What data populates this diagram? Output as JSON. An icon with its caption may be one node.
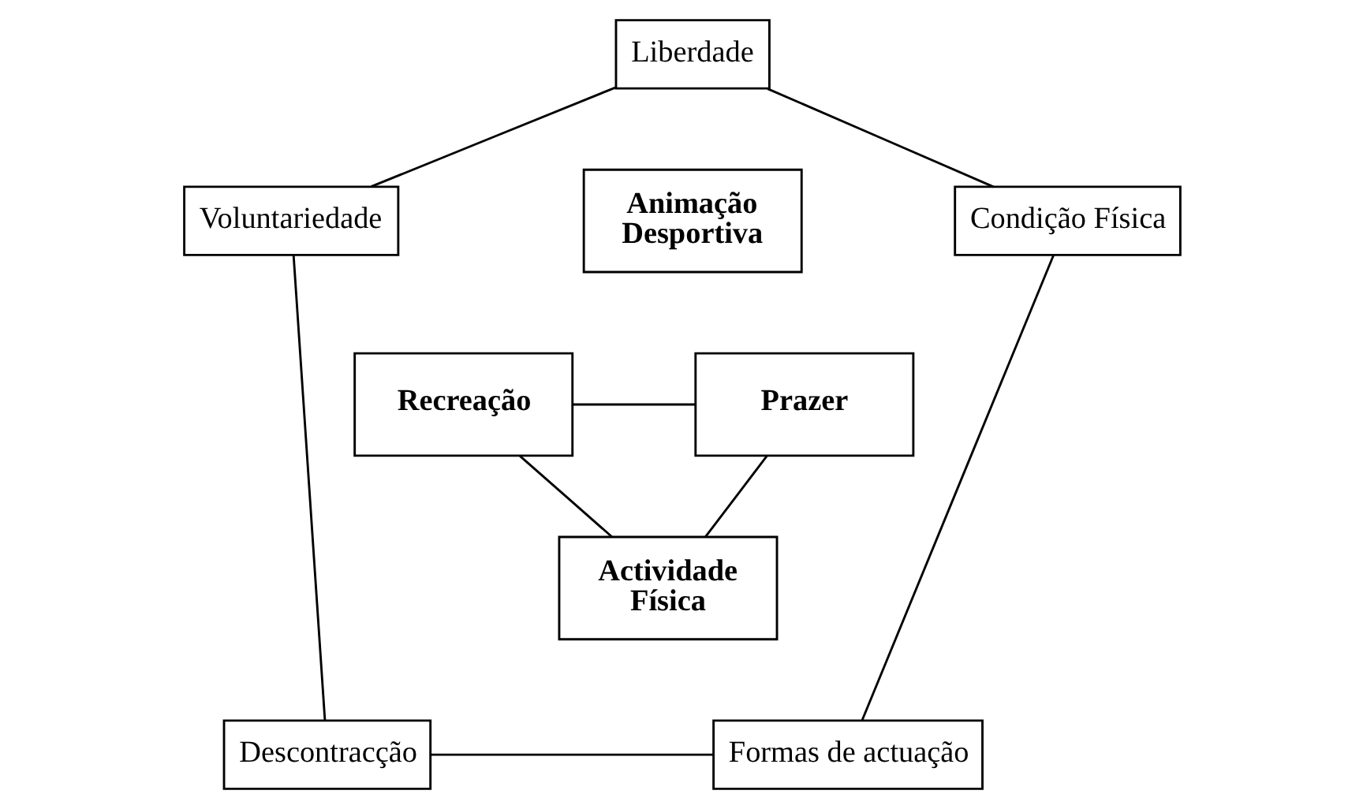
{
  "diagram": {
    "nodes": [
      {
        "text": [
          "Liberdade"
        ]
      },
      {
        "text": [
          "Voluntariedade"
        ]
      },
      {
        "text": [
          "Animação Desportiva"
        ]
      },
      {
        "text": [
          "Condição Física"
        ]
      },
      {
        "text": [
          "Recreação"
        ]
      },
      {
        "text": [
          "Prazer"
        ]
      },
      {
        "text": [
          "Actividade Física"
        ]
      },
      {
        "text": [
          "Descontracção"
        ]
      },
      {
        "text": [
          "Formas de actuação"
        ]
      }
    ],
    "edges": [
      {
        "from": 0,
        "to": 1,
        "arrow": "none"
      },
      {
        "from": 0,
        "to": 3,
        "arrow": "none"
      },
      {
        "from": 1,
        "to": 7,
        "arrow": "none"
      },
      {
        "from": 3,
        "to": 8,
        "arrow": "none"
      },
      {
        "from": 7,
        "to": 8,
        "arrow": "none"
      },
      {
        "from": 4,
        "to": 5,
        "arrow": "none"
      },
      {
        "from": 4,
        "to": 6,
        "arrow": "none"
      },
      {
        "from": 5,
        "to": 6,
        "arrow": "none"
      }
    ]
  }
}
